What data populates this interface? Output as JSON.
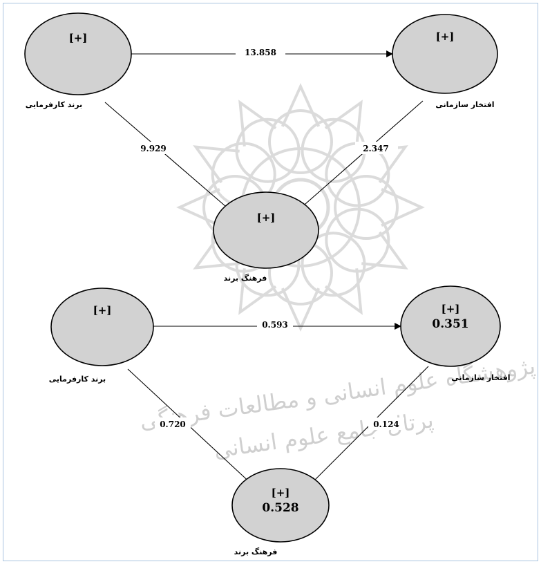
{
  "diagrams": [
    {
      "id": "tvalues",
      "nodes": {
        "employer": {
          "label": "برند کارفرمایی",
          "toggle": "[+]",
          "value": ""
        },
        "pride": {
          "label": "افتخار سازمانی",
          "toggle": "[+]",
          "value": ""
        },
        "culture": {
          "label": "فرهنگ برند",
          "toggle": "[+]",
          "value": ""
        }
      },
      "edges": {
        "employer_pride": "13.858",
        "employer_culture": "9.929",
        "pride_culture": "2.347"
      }
    },
    {
      "id": "coefficients",
      "nodes": {
        "employer": {
          "label": "برند کارفرمایی",
          "toggle": "[+]",
          "value": ""
        },
        "pride": {
          "label": "افتخار سازمانی",
          "toggle": "[+]",
          "value": "0.351"
        },
        "culture": {
          "label": "فرهنگ برند",
          "toggle": "[+]",
          "value": "0.528"
        }
      },
      "edges": {
        "employer_pride": "0.593",
        "employer_culture": "0.720",
        "pride_culture": "0.124"
      }
    }
  ],
  "watermark": {
    "line1": "پژوهشگاه علوم انسانی و مطالعات فرهنگی",
    "line2": "پرتال جامع علوم انسانی"
  },
  "colors": {
    "node_fill": "#d2d2d2",
    "frame_border": "#a9c4e0",
    "watermark": "#cfcfcf"
  }
}
